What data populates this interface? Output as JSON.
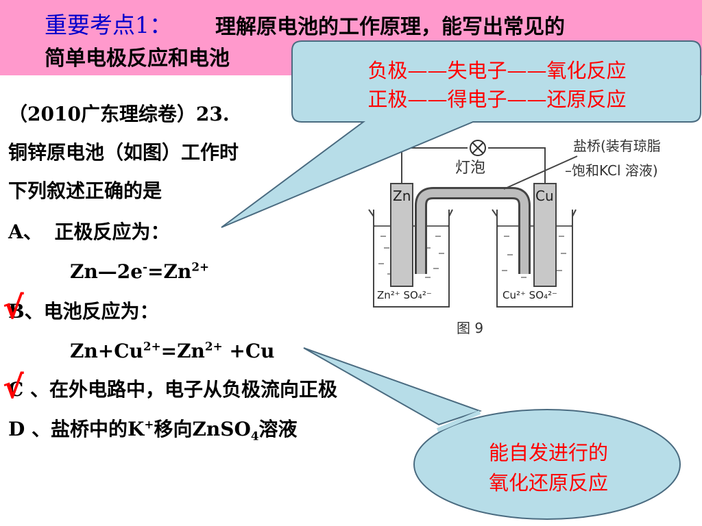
{
  "header": {
    "label": "重要考点1：",
    "text": "理解原电池的工作原理，能写出常见的",
    "line2": "简单电极反应和电池"
  },
  "question": {
    "source": "（2010广东理综卷）23.",
    "stem1": "铜锌原电池（如图）工作时",
    "stem2": "下列叙述正确的是",
    "a_label": "A、",
    "a_text": "正极反应为：",
    "a_eq": {
      "p1": "Zn—2e",
      "sup1": "-",
      "p2": "=Zn",
      "sup2": "2+"
    },
    "b_label": "B",
    "b_text": "、电池反应为：",
    "b_eq": {
      "p1": "Zn+Cu",
      "sup1": "2+",
      "p2": "=Zn",
      "sup2": "2+",
      "p3": " +Cu"
    },
    "c_label": "C",
    "c_text": " 、在外电路中，电子从负极流向正极",
    "d_label": "D",
    "d_text": " 、盐桥中的K",
    "d_sup": "+",
    "d_text2": "移向ZnSO",
    "d_sub": "4",
    "d_text3": "溶液"
  },
  "marks": {
    "check_b": "√",
    "check_c": "√"
  },
  "callout_top": {
    "line1": "负极——失电子——氧化反应",
    "line2": "正极——得电子——还原反应"
  },
  "callout_bottom": {
    "line1": "能自发进行的",
    "line2": "氧化还原反应"
  },
  "figure": {
    "bulb_label": "灯泡",
    "salt_bridge_label1": "盐桥(装有琼脂",
    "salt_bridge_label2": "–饱和KCl 溶液)",
    "zn_electrode": "Zn",
    "cu_electrode": "Cu",
    "left_ions": "Zn²⁺ SO₄²⁻",
    "right_ions": "Cu²⁺ SO₄²⁻",
    "caption": "图 9"
  },
  "colors": {
    "header_bg": "#ff99cc",
    "callout_fill": "#b7dde8",
    "red": "#ff0000",
    "blue": "#0000cc"
  }
}
